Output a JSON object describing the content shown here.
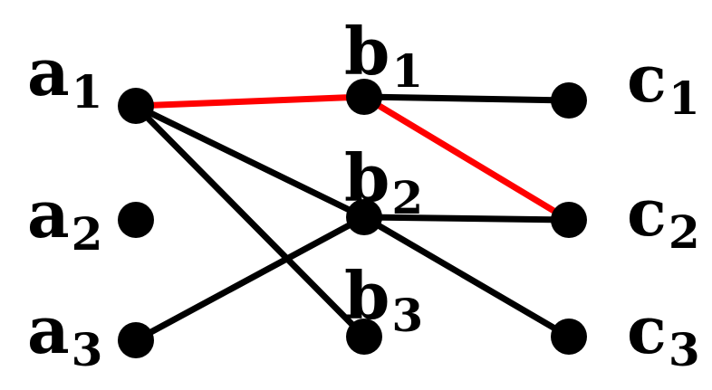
{
  "colors": {
    "edge": "#000000",
    "highlight": "#ff0000",
    "node": "#000000"
  },
  "nodes": [
    {
      "id": "a1",
      "letter": "a",
      "index": "1"
    },
    {
      "id": "a2",
      "letter": "a",
      "index": "2"
    },
    {
      "id": "a3",
      "letter": "a",
      "index": "3"
    },
    {
      "id": "b1",
      "letter": "b",
      "index": "1"
    },
    {
      "id": "b2",
      "letter": "b",
      "index": "2"
    },
    {
      "id": "b3",
      "letter": "b",
      "index": "3"
    },
    {
      "id": "c1",
      "letter": "c",
      "index": "1"
    },
    {
      "id": "c2",
      "letter": "c",
      "index": "2"
    },
    {
      "id": "c3",
      "letter": "c",
      "index": "3"
    }
  ],
  "edges": [
    {
      "from": "a1",
      "to": "b2",
      "highlight": false
    },
    {
      "from": "a1",
      "to": "b3",
      "highlight": false
    },
    {
      "from": "a3",
      "to": "b2",
      "highlight": false
    },
    {
      "from": "b1",
      "to": "c1",
      "highlight": false
    },
    {
      "from": "b2",
      "to": "c2",
      "highlight": false
    },
    {
      "from": "b2",
      "to": "c3",
      "highlight": false
    },
    {
      "from": "a1",
      "to": "b1",
      "highlight": true
    },
    {
      "from": "b1",
      "to": "c2",
      "highlight": true
    }
  ]
}
